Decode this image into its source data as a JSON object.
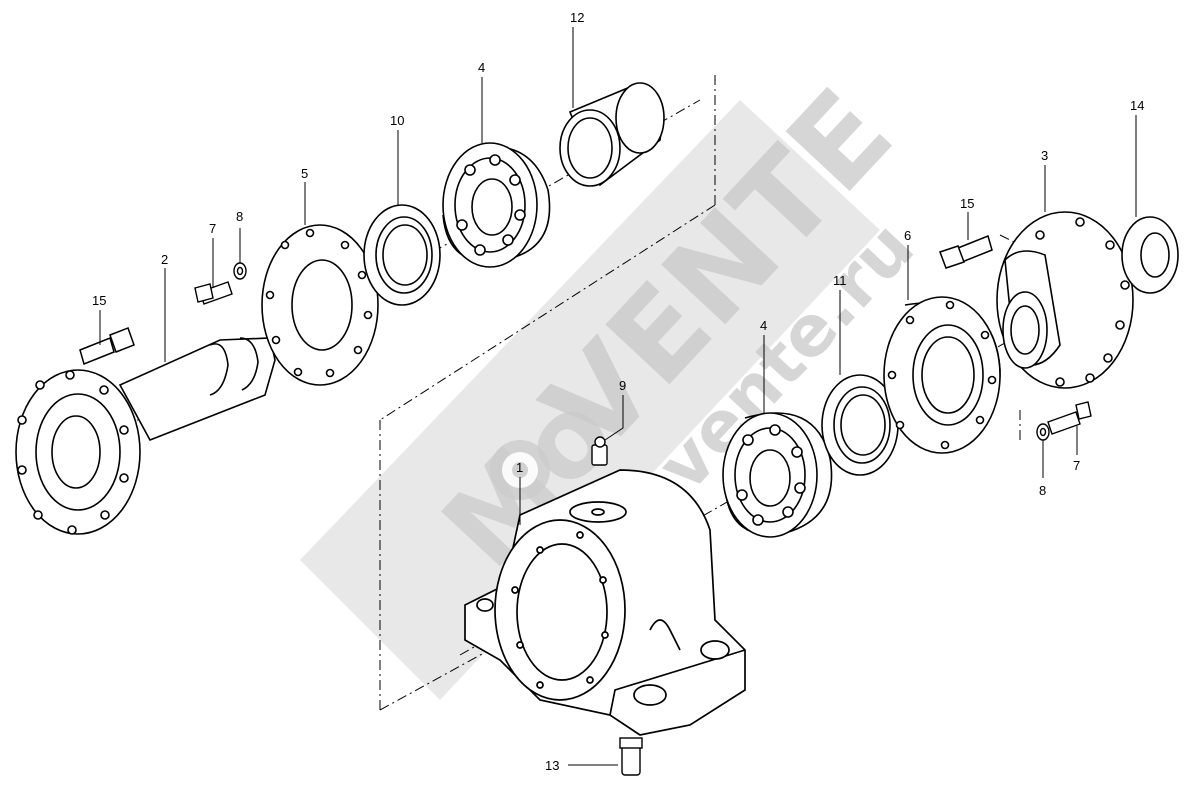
{
  "callouts": {
    "c1": "1",
    "c2": "2",
    "c3": "3",
    "c4a": "4",
    "c4b": "4",
    "c5": "5",
    "c6": "6",
    "c7a": "7",
    "c7b": "7",
    "c8a": "8",
    "c8b": "8",
    "c9": "9",
    "c10": "10",
    "c11": "11",
    "c12": "12",
    "c13": "13",
    "c14": "14",
    "c15a": "15",
    "c15b": "15"
  },
  "watermark": {
    "brand": "VENTE",
    "prefix": "Mo",
    "site": "movente.ru"
  }
}
